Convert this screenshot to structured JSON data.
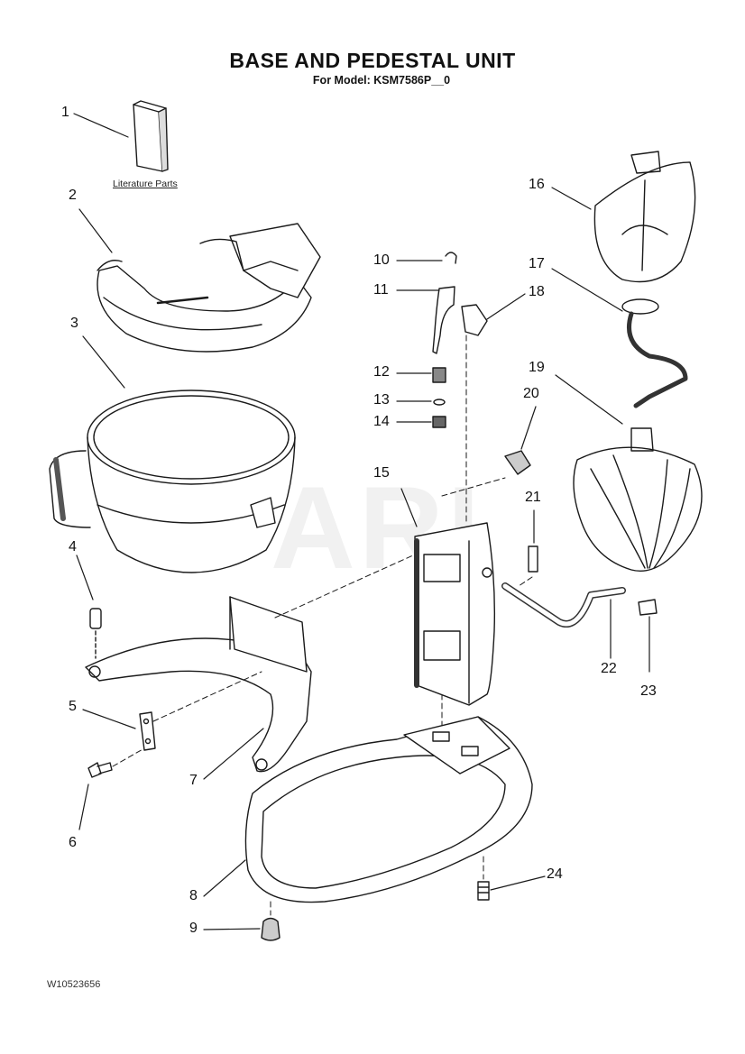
{
  "header": {
    "title": "BASE AND PEDESTAL UNIT",
    "subtitle": "For Model: KSM7586P__0"
  },
  "literature_label": "Literature Parts",
  "watermark": "ARI",
  "callouts": {
    "c1": "1",
    "c2": "2",
    "c3": "3",
    "c4": "4",
    "c5": "5",
    "c6": "6",
    "c7": "7",
    "c8": "8",
    "c9": "9",
    "c10": "10",
    "c11": "11",
    "c12": "12",
    "c13": "13",
    "c14": "14",
    "c15": "15",
    "c16": "16",
    "c17": "17",
    "c18": "18",
    "c19": "19",
    "c20": "20",
    "c21": "21",
    "c22": "22",
    "c23": "23",
    "c24": "24"
  },
  "footer": {
    "doc_id": "W10523656"
  },
  "colors": {
    "line": "#1a1a1a",
    "shade": "#3a3a3a",
    "fill": "#ffffff"
  }
}
